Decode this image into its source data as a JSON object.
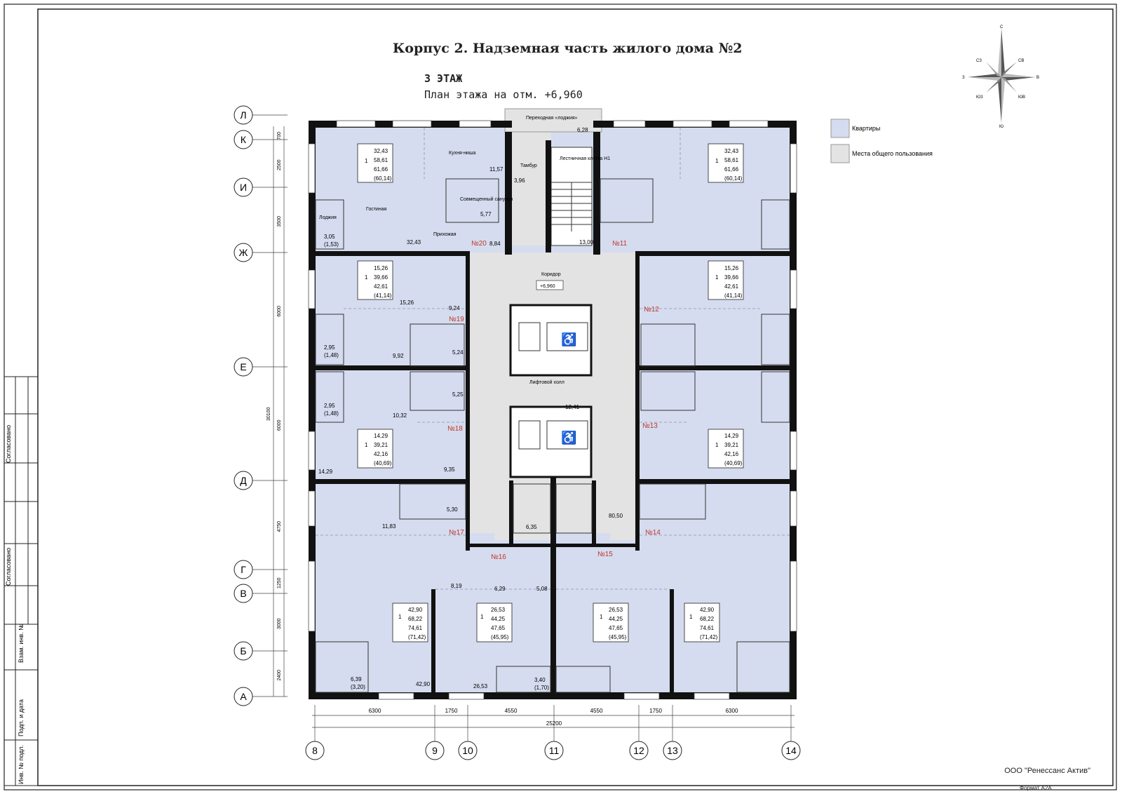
{
  "title": "Корпус 2. Надземная часть жилого дома №2",
  "floor": {
    "name": "3 ЭТАЖ",
    "plan": "План этажа на отм. +6,960"
  },
  "legend": [
    {
      "label": "Квартиры",
      "color": "#d5dcef"
    },
    {
      "label": "Места общего пользования",
      "color": "#e3e3e3"
    }
  ],
  "compass": {
    "north": "С",
    "south": "Ю",
    "west": "З",
    "east": "В",
    "nw": "СЗ",
    "ne": "СВ",
    "sw": "ЮЗ",
    "se": "ЮВ"
  },
  "row_axes": [
    "Л",
    "К",
    "И",
    "Ж",
    "Е",
    "Д",
    "Г",
    "В",
    "Б",
    "А"
  ],
  "col_axes": [
    "8",
    "9",
    "10",
    "11",
    "12",
    "13",
    "14"
  ],
  "row_dims": [
    "700",
    "2500",
    "3500",
    "6000",
    "6000",
    "4750",
    "1250",
    "3000",
    "2400"
  ],
  "row_total": "30100",
  "col_dims": [
    "6300",
    "1750",
    "4550",
    "4550",
    "1750",
    "6300"
  ],
  "col_total": "25200",
  "common": {
    "transition": "Переходная «лоджия»",
    "transition_area": "6,28",
    "vestibule": "Тамбур",
    "vestibule_area": "3,96",
    "stair": "Лестничная клетка Н1",
    "stair_area": "13,00",
    "corridor": "Коридор",
    "corridor_level": "+6,960",
    "lift_hall": "Лифтовой холл",
    "lift_hall_area": "12,41",
    "corridor_area": "80,50"
  },
  "apartments": [
    {
      "no": "№20",
      "rooms": "1",
      "areas": [
        "32,43",
        "58,61",
        "61,66",
        "(60,14)"
      ]
    },
    {
      "no": "№11",
      "rooms": "1",
      "areas": [
        "32,43",
        "58,61",
        "61,66",
        "(60,14)"
      ]
    },
    {
      "no": "№19",
      "rooms": "1",
      "areas": [
        "15,26",
        "39,66",
        "42,61",
        "(41,14)"
      ]
    },
    {
      "no": "№12",
      "rooms": "1",
      "areas": [
        "15,26",
        "39,66",
        "42,61",
        "(41,14)"
      ]
    },
    {
      "no": "№18",
      "rooms": "1",
      "areas": [
        "14,29",
        "39,21",
        "42,16",
        "(40,69)"
      ]
    },
    {
      "no": "№13",
      "rooms": "1",
      "areas": [
        "14,29",
        "39,21",
        "42,16",
        "(40,69)"
      ]
    },
    {
      "no": "№17",
      "rooms": "1",
      "areas": [
        "42,90",
        "68,22",
        "74,61",
        "(71,42)"
      ]
    },
    {
      "no": "№14",
      "rooms": "1",
      "areas": [
        "42,90",
        "68,22",
        "74,61",
        "(71,42)"
      ]
    },
    {
      "no": "№16",
      "rooms": "1",
      "areas": [
        "26,53",
        "44,25",
        "47,65",
        "(45,95)"
      ]
    },
    {
      "no": "№15",
      "rooms": "1",
      "areas": [
        "26,53",
        "44,25",
        "47,65",
        "(45,95)"
      ]
    }
  ],
  "room_labels": {
    "kitchen": "Кухня-ниша",
    "living": "Гостиная",
    "hall": "Прихожая",
    "loggia": "Лоджия",
    "bath": "Совмещенный санузел"
  },
  "room_values": {
    "a20": [
      "11,57",
      "5,77",
      "8,84",
      "32,43",
      "3,05",
      "(1,53)"
    ],
    "a19": [
      "9,24",
      "15,26",
      "9,92",
      "5,24",
      "2,95",
      "(1,48)"
    ],
    "a18": [
      "10,32",
      "5,25",
      "9,35",
      "14,29",
      "2,95",
      "(1,48)"
    ],
    "a17": [
      "11,83",
      "5,30",
      "8,19",
      "42,90",
      "6,39",
      "(3,20)"
    ],
    "a16": [
      "6,29",
      "5,08",
      "6,35",
      "26,53",
      "3,40",
      "(1,70)"
    ]
  },
  "company": "ООО \"Ренессанс Актив\"",
  "format": "Формат А2А",
  "stamp": [
    "Согласовано",
    "Согласовано",
    "Взам. инв. №",
    "Подп. и дата",
    "Инв. № подл."
  ]
}
